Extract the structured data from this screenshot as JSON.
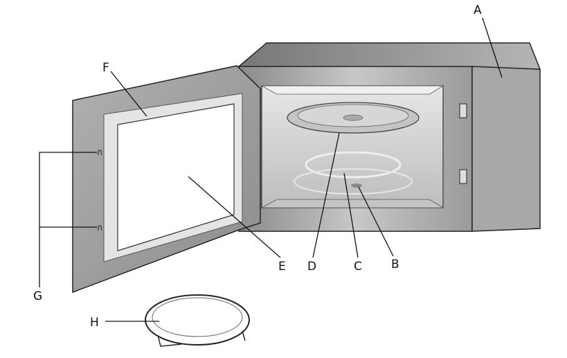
{
  "labels": {
    "A": "A",
    "B": "B",
    "C": "C",
    "D": "D",
    "E": "E",
    "F": "F",
    "G": "G",
    "H": "H"
  },
  "colors": {
    "body": "#9a9a9a",
    "cavity": "#d0d0d0",
    "outline": "#222222"
  }
}
